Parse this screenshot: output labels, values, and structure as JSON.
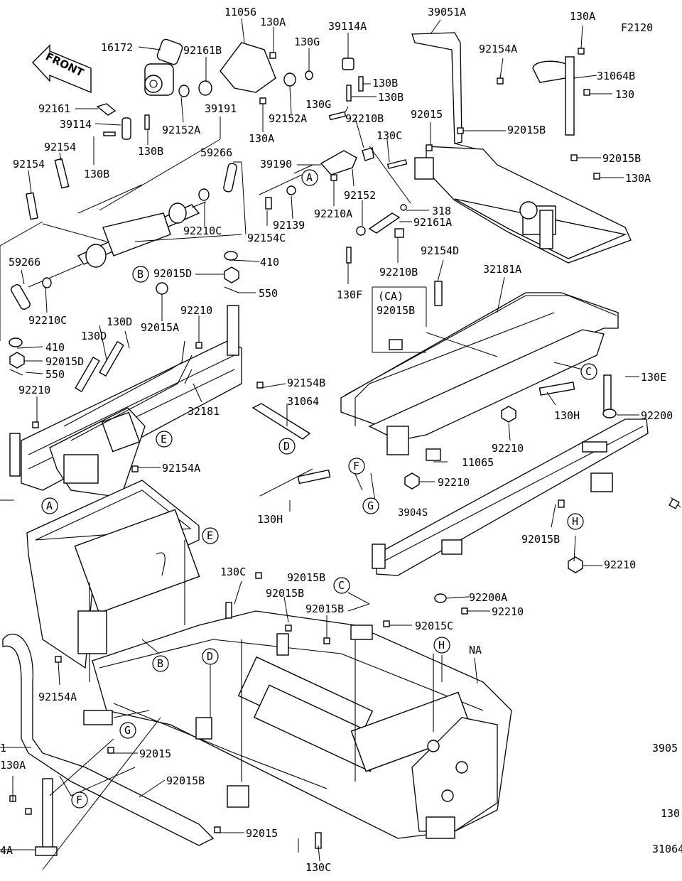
{
  "header": {
    "figure_code": "F2120",
    "direction_label": "FRONT"
  },
  "labels": {
    "l_11056": "11056",
    "l_130A_1": "130A",
    "l_39114A": "39114A",
    "l_39051A": "39051A",
    "l_130A_2": "130A",
    "l_16172": "16172",
    "l_92161B": "92161B",
    "l_130G_1": "130G",
    "l_92154A_1": "92154A",
    "l_31064B": "31064B",
    "l_130B_1": "130B",
    "l_130B_2": "130B",
    "l_130": "130",
    "l_92161": "92161",
    "l_39191": "39191",
    "l_130G_2": "130G",
    "l_92152A_1": "92152A",
    "l_130A_3": "130A",
    "l_92015_1": "92015",
    "l_92210B_1": "92210B",
    "l_92015B_1": "92015B",
    "l_39114": "39114",
    "l_92152A_2": "92152A",
    "l_130B_3": "130B",
    "l_130C_1": "130C",
    "l_92154_1": "92154",
    "l_130B_4": "130B",
    "l_59266_1": "59266",
    "l_39190": "39190",
    "l_92015B_2": "92015B",
    "l_130A_4": "130A",
    "l_92154_2": "92154",
    "l_92152": "92152",
    "l_318": "318",
    "l_92210C_1": "92210C",
    "l_92139": "92139",
    "l_92210A": "92210A",
    "l_92161A": "92161A",
    "l_92154C": "92154C",
    "l_59266_2": "59266",
    "l_410_1": "410",
    "l_92210B_2": "92210B",
    "l_92154D": "92154D",
    "l_92015D_1": "92015D",
    "l_32181A": "32181A",
    "l_550_1": "550",
    "l_130F": "130F",
    "l_CA": "(CA)",
    "l_92210C_2": "92210C",
    "l_92015A": "92015A",
    "l_92015B_3": "92015B",
    "l_92210_1": "92210",
    "l_130D_1": "130D",
    "l_130D_2": "130D",
    "l_410_2": "410",
    "l_92015D_2": "92015D",
    "l_550_2": "550",
    "l_130E": "130E",
    "l_92154B": "92154B",
    "l_92210_2": "92210",
    "l_31064": "31064",
    "l_130H_1": "130H",
    "l_92200": "92200",
    "l_32181": "32181",
    "l_92210_3": "92210",
    "l_11065": "11065",
    "l_92154A_2": "92154A",
    "l_92210_4": "92210",
    "l_130H_2": "130H",
    "l_3904S": "3904S",
    "l_92015B_4": "92015B",
    "l_92210_5": "92210",
    "l_130C_2": "130C",
    "l_92015B_5": "92015B",
    "l_92015B_6": "92015B",
    "l_92200A": "92200A",
    "l_92015B_7": "92015B",
    "l_92210_6": "92210",
    "l_92015C": "92015C",
    "l_NA": "NA",
    "l_92154A_3": "92154A",
    "l_92015_2": "92015",
    "l_3905": "3905",
    "l_130A_5": "130A",
    "l_92015B_8": "92015B",
    "l_130_2": "130",
    "l_92015_3": "92015",
    "l_130C_3": "130C",
    "l_31064_2": "31064",
    "l_4A": "4A",
    "l_1": "1"
  },
  "refs": {
    "A": "A",
    "B": "B",
    "C": "C",
    "D": "D",
    "E": "E",
    "F": "F",
    "G": "G",
    "H": "H"
  }
}
